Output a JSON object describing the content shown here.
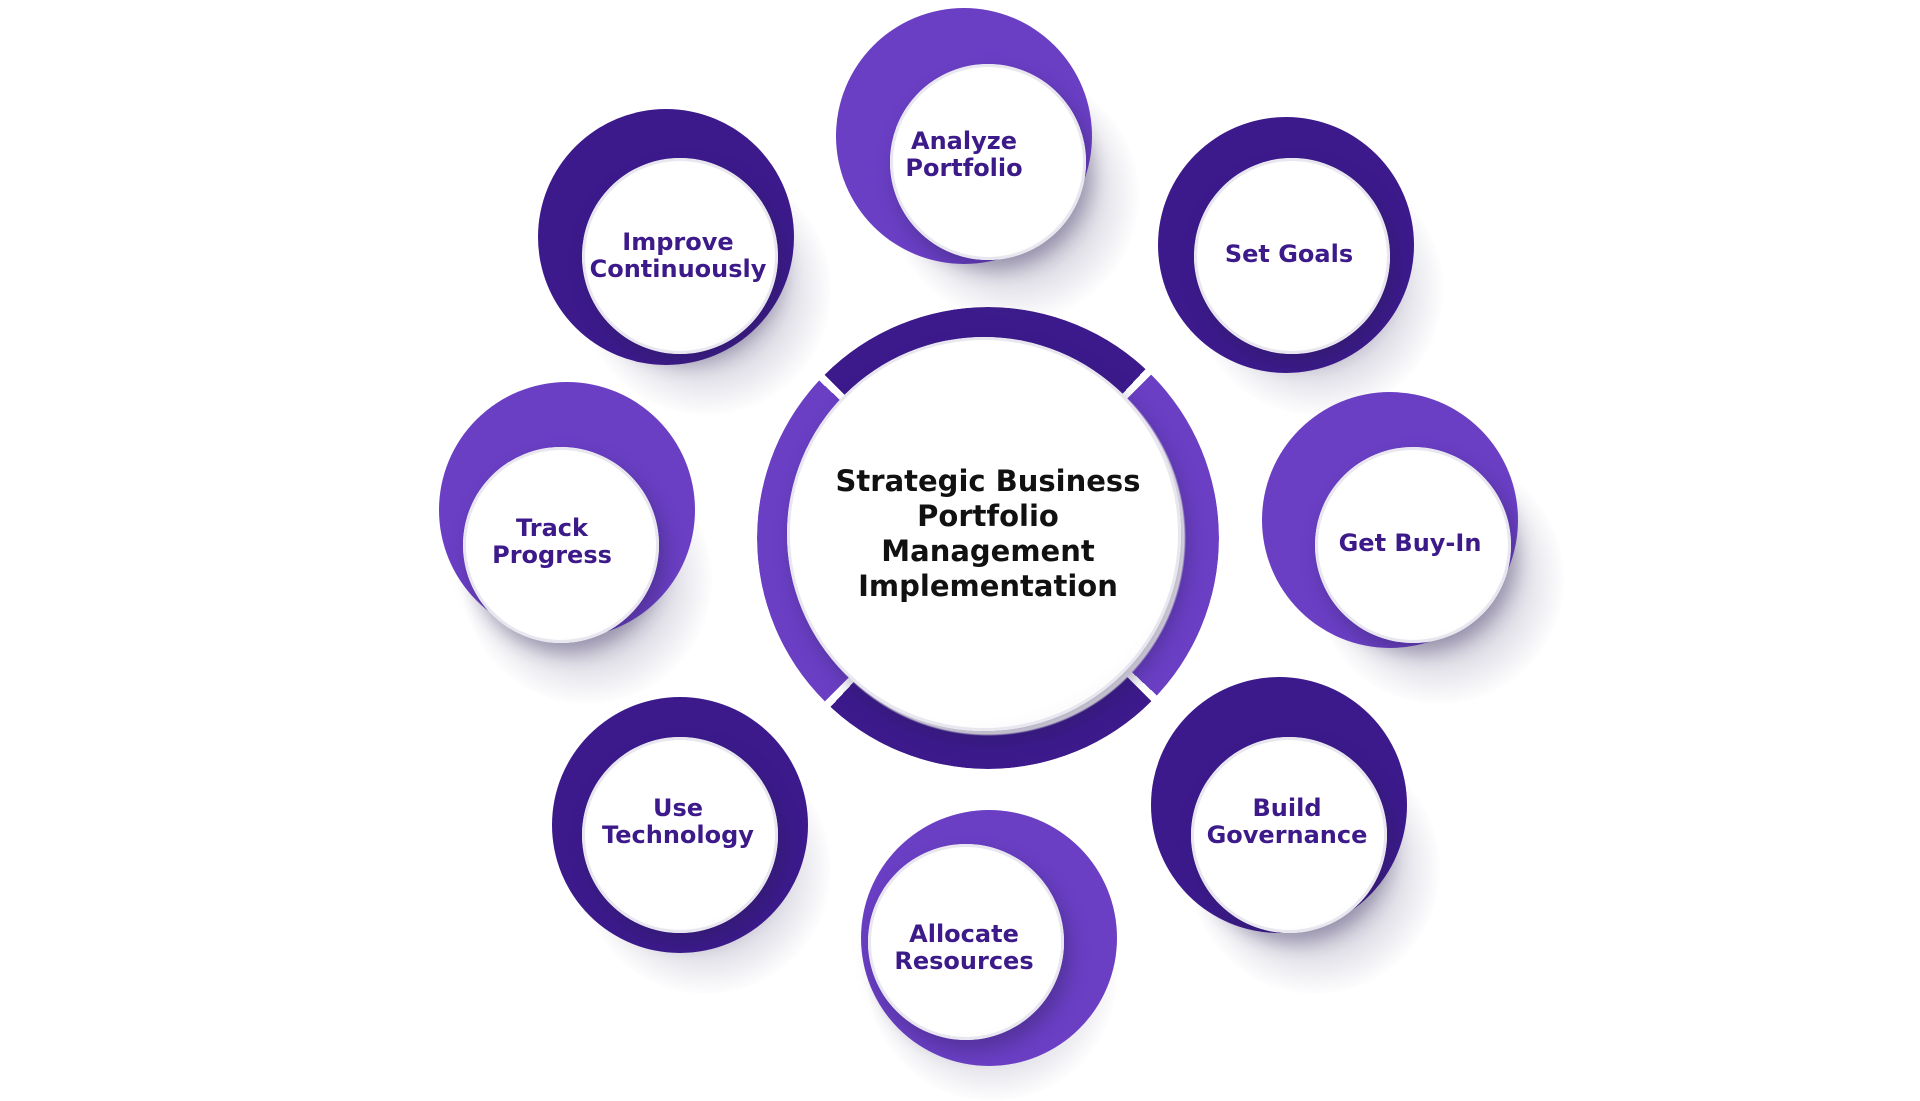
{
  "center": {
    "title": "Strategic Business\nPortfolio Management\nImplementation"
  },
  "colors": {
    "ring_light": "#6a3fc4",
    "ring_dark": "#3c1a8c",
    "label_text": "#3d1a8a",
    "center_text": "#111111"
  },
  "steps": [
    {
      "label": "Analyze\nPortfolio",
      "ring": "light"
    },
    {
      "label": "Set Goals",
      "ring": "dark"
    },
    {
      "label": "Get Buy-In",
      "ring": "light"
    },
    {
      "label": "Build\nGovernance",
      "ring": "dark"
    },
    {
      "label": "Allocate\nResources",
      "ring": "light"
    },
    {
      "label": "Use\nTechnology",
      "ring": "dark"
    },
    {
      "label": "Track\nProgress",
      "ring": "light"
    },
    {
      "label": "Improve\nContinuously",
      "ring": "dark"
    }
  ]
}
